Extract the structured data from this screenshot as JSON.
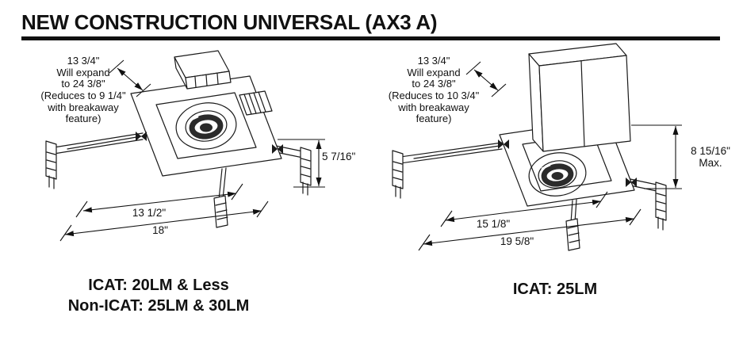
{
  "title": "NEW CONSTRUCTION UNIVERSAL (AX3 A)",
  "colors": {
    "ink": "#111111",
    "line": "#1a1a1a",
    "background": "#ffffff"
  },
  "left_figure": {
    "expand_note": "13 3/4\"\nWill expand\nto 24 3/8\"\n(Reduces to 9 1/4\"\nwith breakaway\nfeature)",
    "height_dim": "5 7/16\"",
    "pan_dim": "13 1/2\"",
    "overall_dim": "18\"",
    "caption_line1": "ICAT: 20LM & Less",
    "caption_line2": "Non-ICAT: 25LM & 30LM"
  },
  "right_figure": {
    "expand_note": "13 3/4\"\nWill expand\nto 24 3/8\"\n(Reduces to 10 3/4\"\nwith breakaway\nfeature)",
    "height_dim": "8 15/16\"\nMax.",
    "pan_dim": "15 1/8\"",
    "overall_dim": "19 5/8\"",
    "caption_line1": "ICAT: 25LM"
  }
}
